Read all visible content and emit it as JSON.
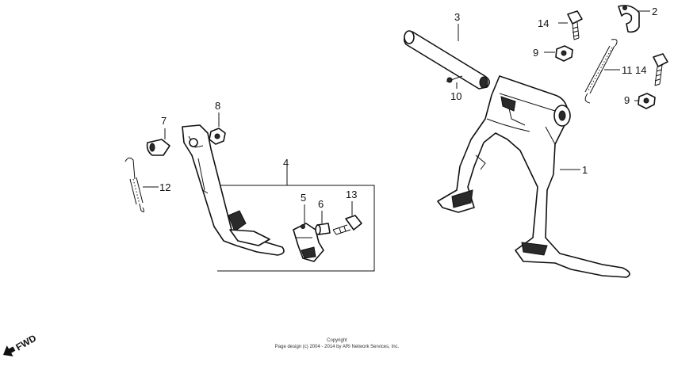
{
  "callouts": [
    "1",
    "2",
    "3",
    "4",
    "5",
    "6",
    "7",
    "8",
    "9",
    "9",
    "10",
    "11",
    "12",
    "13",
    "14",
    "14"
  ],
  "copyright": {
    "line1": "Copyright",
    "line2": "Page design (c) 2004 - 2014 by ARI Network Services, Inc."
  },
  "fwd_label": "FWD"
}
